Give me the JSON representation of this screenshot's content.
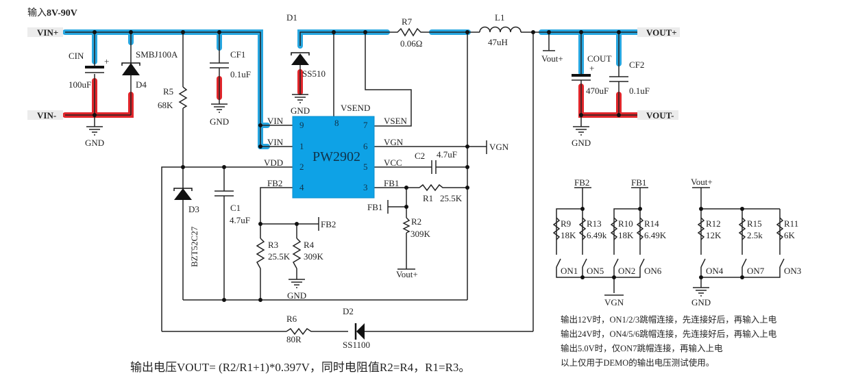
{
  "title": {
    "prefix": "输入",
    "range": "8V-90V"
  },
  "ports": {
    "vin_plus": "VIN+",
    "vin_minus": "VIN-",
    "vout_plus": "VOUT+",
    "vout_minus": "VOUT-"
  },
  "chip": {
    "name": "PW2902",
    "pins": [
      {
        "num": "9",
        "net": "VIN"
      },
      {
        "num": "1",
        "net": "VIN"
      },
      {
        "num": "2",
        "net": "VDD"
      },
      {
        "num": "4",
        "net": "FB2"
      },
      {
        "num": "8",
        "net": "VSEND"
      },
      {
        "num": "7",
        "net": "VSEN"
      },
      {
        "num": "6",
        "net": "VGN"
      },
      {
        "num": "5",
        "net": "VCC"
      },
      {
        "num": "3",
        "net": "FB1"
      }
    ]
  },
  "components": {
    "CIN": {
      "ref": "CIN",
      "value": "100uF",
      "polarity": "+"
    },
    "D4": {
      "ref": "D4",
      "value": "SMBJ100A"
    },
    "R5": {
      "ref": "R5",
      "value": "68K"
    },
    "CF1": {
      "ref": "CF1",
      "value": "0.1uF"
    },
    "D1": {
      "ref": "D1",
      "value": "SS510"
    },
    "R7": {
      "ref": "R7",
      "value": "0.06Ω"
    },
    "L1": {
      "ref": "L1",
      "value": "47uH"
    },
    "COUT": {
      "ref": "COUT",
      "value": "470uF",
      "polarity": "+"
    },
    "CF2": {
      "ref": "CF2",
      "value": "0.1uF"
    },
    "C2": {
      "ref": "C2",
      "value": "4.7uF"
    },
    "R1": {
      "ref": "R1",
      "value": "25.5K"
    },
    "R2": {
      "ref": "R2",
      "value": "309K"
    },
    "D3": {
      "ref": "D3",
      "value": "BZT52C27"
    },
    "C1": {
      "ref": "C1",
      "value": "4.7uF"
    },
    "R3": {
      "ref": "R3",
      "value": "25.5K"
    },
    "R4": {
      "ref": "R4",
      "value": "309K"
    },
    "R6": {
      "ref": "R6",
      "value": "80R"
    },
    "D2": {
      "ref": "D2",
      "value": "SS1100"
    },
    "R9": {
      "ref": "R9",
      "value": "18K"
    },
    "R13": {
      "ref": "R13",
      "value": "6.49k"
    },
    "R10": {
      "ref": "R10",
      "value": "18K"
    },
    "R14": {
      "ref": "R14",
      "value": "6.49K"
    },
    "R12": {
      "ref": "R12",
      "value": "12K"
    },
    "R15": {
      "ref": "R15",
      "value": "2.5k"
    },
    "R11": {
      "ref": "R11",
      "value": "6K"
    }
  },
  "switches": [
    "ON1",
    "ON5",
    "ON2",
    "ON6",
    "ON4",
    "ON7",
    "ON3"
  ],
  "net_labels": {
    "gnd": "GND",
    "vgn": "VGN",
    "fb1": "FB1",
    "fb2": "FB2",
    "vout_plus": "Vout+"
  },
  "formula": "输出电压VOUT= (R2/R1+1)*0.397V，同时电阻值R2=R4，R1=R3。",
  "notes": [
    "输出12V时，ON1/2/3跳帽连接，先连接好后，再输入上电",
    "输出24V时，ON4/5/6跳帽连接，先连接好后，再输入上电",
    "输出5.0V时，仅ON7跳帽连接，再输入上电",
    "以上仅用于DEMO的输出电压测试使用。"
  ],
  "colors": {
    "positive_net": "#27a6e0",
    "negative_net": "#e0262b",
    "chip_fill": "#0ea2e6"
  }
}
